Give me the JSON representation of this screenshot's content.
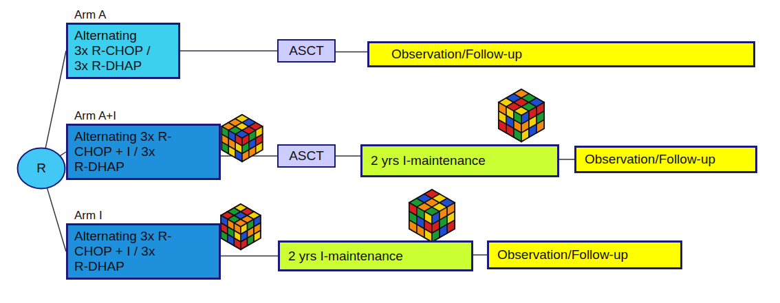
{
  "diagram": {
    "nodes": [
      {
        "text": [
          "R"
        ]
      },
      {
        "text": [
          "Arm A",
          "Alternating 3x R-CHOP / 3x R-DHAP"
        ]
      },
      {
        "text": [
          "ASCT"
        ]
      },
      {
        "text": [
          "Observation/Follow-up"
        ]
      },
      {
        "text": [
          "Arm A+I",
          "Alternating 3x R-CHOP + I / 3x R-DHAP"
        ]
      },
      {
        "text": [
          "ASCT"
        ]
      },
      {
        "text": [
          "2 yrs I-maintenance"
        ]
      },
      {
        "text": [
          "Observation/Follow-up"
        ]
      },
      {
        "text": [
          "Arm I",
          "Alternating 3x R-CHOP + I / 3x R-DHAP"
        ]
      },
      {
        "text": [
          "2 yrs I-maintenance"
        ]
      },
      {
        "text": [
          "Observation/Follow-up"
        ]
      }
    ],
    "edges": [
      {
        "from": 0,
        "to": 1,
        "arrow": "none"
      },
      {
        "from": 1,
        "to": 2,
        "arrow": "none"
      },
      {
        "from": 2,
        "to": 3,
        "arrow": "none"
      },
      {
        "from": 0,
        "to": 4,
        "arrow": "none"
      },
      {
        "from": 4,
        "to": 5,
        "arrow": "none"
      },
      {
        "from": 5,
        "to": 6,
        "arrow": "none"
      },
      {
        "from": 6,
        "to": 7,
        "arrow": "none"
      },
      {
        "from": 0,
        "to": 8,
        "arrow": "none"
      },
      {
        "from": 8,
        "to": 9,
        "arrow": "none"
      },
      {
        "from": 9,
        "to": 10,
        "arrow": "none"
      }
    ]
  }
}
